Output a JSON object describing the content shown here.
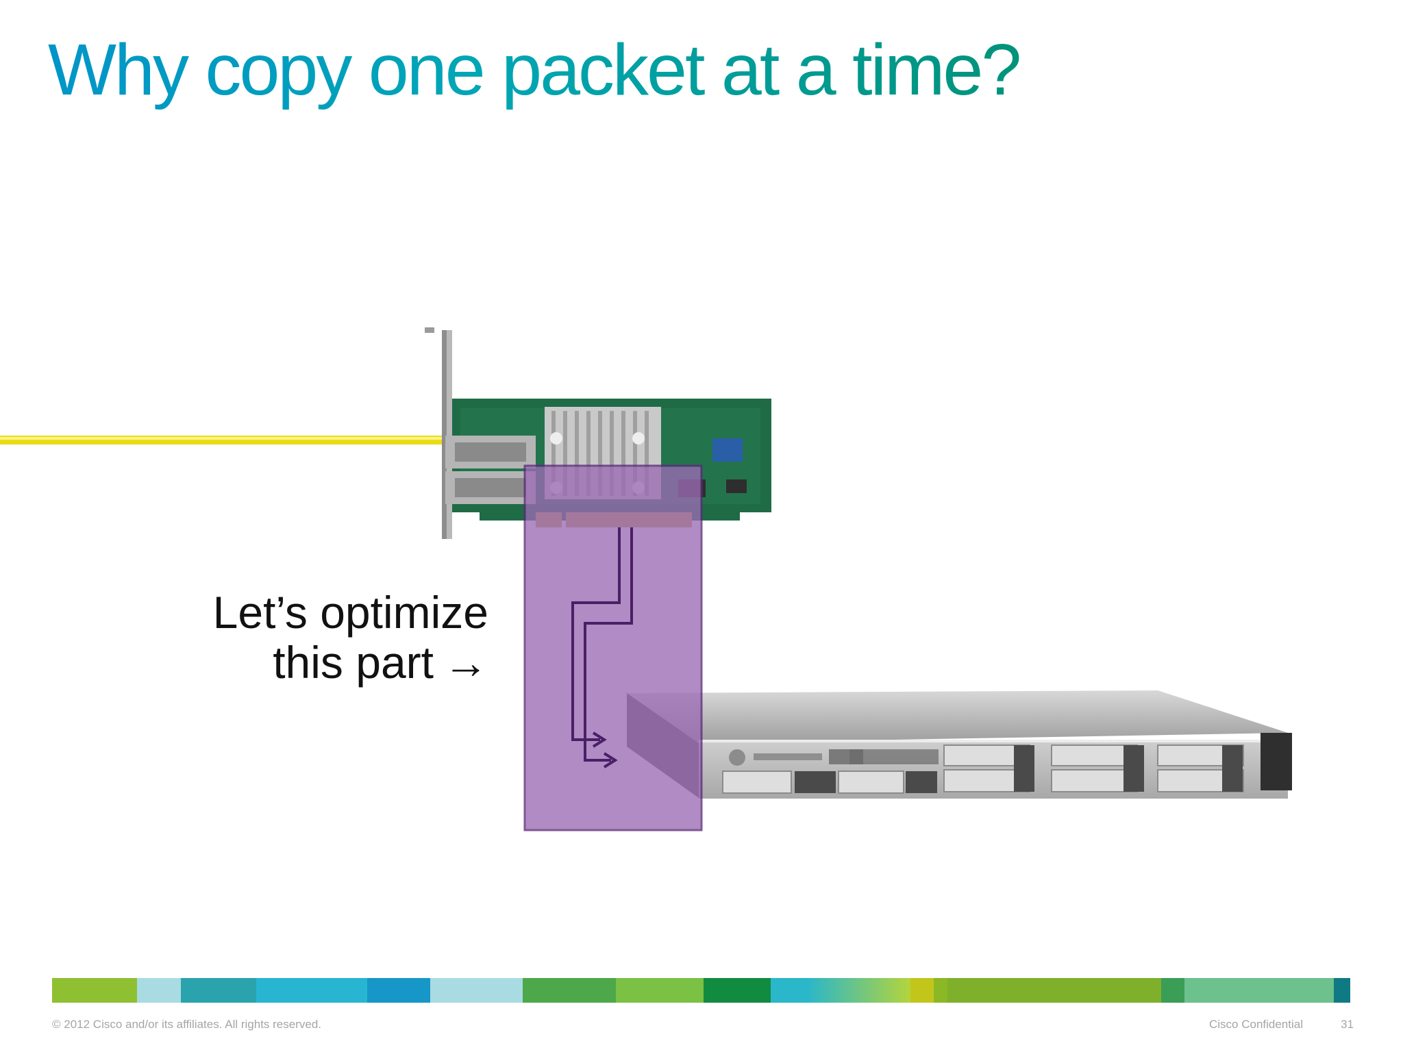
{
  "slide": {
    "title": "Why copy one packet at a time?",
    "callout": {
      "line1": "Let’s optimize",
      "line2": "this part",
      "arrow": "→"
    },
    "footer": {
      "copyright": "© 2012 Cisco and/or its affiliates. All rights reserved.",
      "confidential": "Cisco Confidential",
      "page_number": "31"
    }
  },
  "illustrations": {
    "network_card": "pcie-network-adapter",
    "cable": "yellow-fiber-cable",
    "server": "rack-server",
    "highlight": "purple-pcie-highlight"
  },
  "colors": {
    "highlight_fill": "#9b6bb4",
    "highlight_stroke": "#5a2a78",
    "cable": "#f1e51f",
    "stripe": [
      "#8fc031",
      "#a9dbe2",
      "#2aa3ad",
      "#28b5d1",
      "#1697c8",
      "#a9dbe2",
      "#4da84a",
      "#7bc143",
      "#118b3f",
      "#2ab7c9",
      "#b4d43c",
      "#c2c61a",
      "#8bb825",
      "#7fb02b",
      "#3a9e57",
      "#6cc18d",
      "#0f7a83"
    ]
  }
}
